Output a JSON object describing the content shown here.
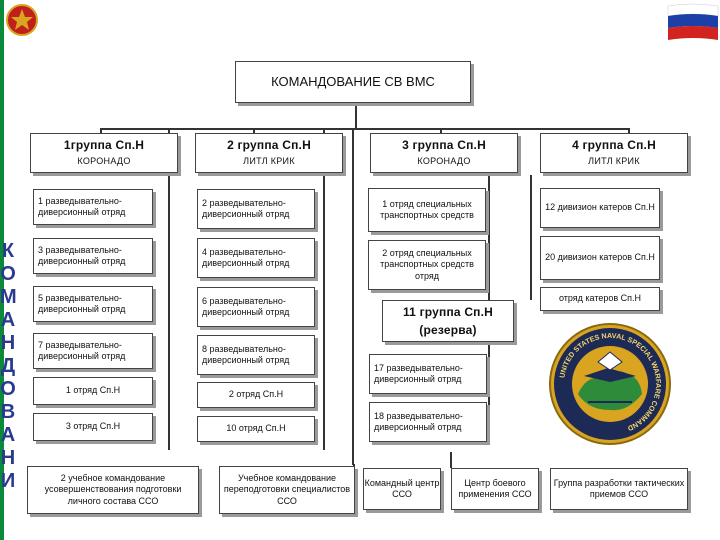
{
  "side_label": [
    "К",
    "О",
    "М",
    "А",
    "Н",
    "Д",
    "О",
    "В",
    "А",
    "Н",
    "И"
  ],
  "colors": {
    "accent_green": "#0b8a3a",
    "side_text": "#2a3a8f",
    "seal_gold": "#d9a520",
    "seal_navy": "#1d2a55",
    "emblem_red": "#c0201c"
  },
  "icons": {
    "top_left": "military-emblem-icon",
    "top_right": "russian-flag-icon",
    "seal": "naval-special-warfare-command-seal"
  },
  "seal_text": "UNITED STATES NAVAL SPECIAL WARFARE COMMAND",
  "root": {
    "title": "КОМАНДОВАНИЕ СВ ВМС"
  },
  "groups": [
    {
      "title": "1группа Сп.Н",
      "sub": "КОРОНАДО"
    },
    {
      "title": "2 группа Сп.Н",
      "sub": "ЛИТЛ КРИК"
    },
    {
      "title": "3 группа Сп.Н",
      "sub": "КОРОНАДО"
    },
    {
      "title": "4 группа Сп.Н",
      "sub": "ЛИТЛ КРИК"
    }
  ],
  "col1": [
    {
      "text": "1 разведывательно-диверсионный отряд"
    },
    {
      "text": "3 разведывательно-диверсионный отряд"
    },
    {
      "text": "5 разведывательно-диверсионный отряд"
    },
    {
      "text": "7 разведывательно-диверсионный отряд"
    },
    {
      "text": "1 отряд Сп.Н"
    },
    {
      "text": "3 отряд Сп.Н"
    }
  ],
  "col2": [
    {
      "text": "2 разведывательно-диверсионный отряд"
    },
    {
      "text": "4 разведывательно-диверсионный отряд"
    },
    {
      "text": "6 разведывательно-диверсионный отряд"
    },
    {
      "text": "8 разведывательно-диверсионный отряд"
    },
    {
      "text": "2 отряд Сп.Н"
    },
    {
      "text": "10 отряд Сп.Н"
    }
  ],
  "col3": [
    {
      "text": "1 отряд специальных транспортных средств"
    },
    {
      "text": "2 отряд специальных транспортных средств отряд"
    }
  ],
  "group11": {
    "title": "11 группа Сп.Н",
    "sub": "(резерва)"
  },
  "col3_lower": [
    {
      "text": "17 разведывательно-диверсионный отряд"
    },
    {
      "text": "18 разведывательно-диверсионный отряд"
    }
  ],
  "col4": [
    {
      "text": "12 дивизион катеров Сп.Н"
    },
    {
      "text": "20 дивизион катеров Сп.Н"
    },
    {
      "text": "отряд катеров Сп.Н"
    }
  ],
  "bottom": [
    {
      "text": "2 учебное командование усовершенствования подготовки личного состава ССО"
    },
    {
      "text": "Учебное командование переподготовки специалистов ССО"
    },
    {
      "text": "Командный центр ССО"
    },
    {
      "text": "Центр боевого применения ССО"
    },
    {
      "text": "Группа разработки тактических приемов ССО"
    }
  ]
}
